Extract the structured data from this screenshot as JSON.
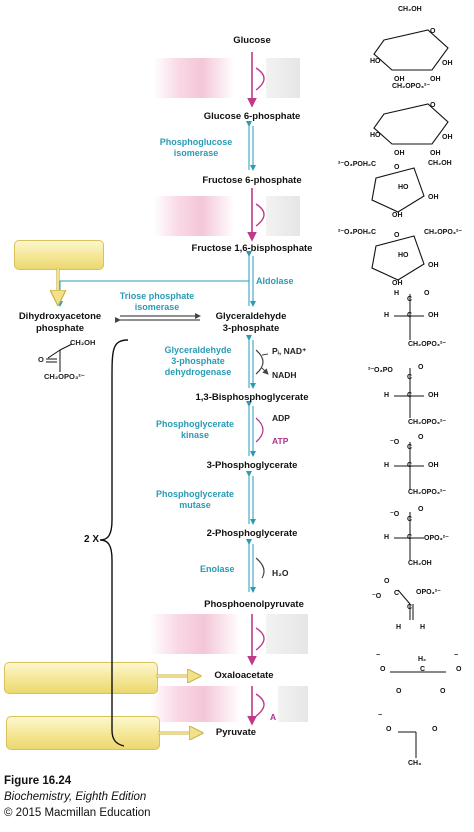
{
  "metabolites": {
    "glucose": "Glucose",
    "g6p": "Glucose 6-phosphate",
    "f6p": "Fructose 6-phosphate",
    "f16bp": "Fructose 1,6-bisphosphate",
    "dhap_line1": "Dihydroxyacetone",
    "dhap_line2": "phosphate",
    "gap_line1": "Glyceraldehyde",
    "gap_line2": "3-phosphate",
    "bpg13": "1,3-Bisphosphoglycerate",
    "pg3": "3-Phosphoglycerate",
    "pg2": "2-Phosphoglycerate",
    "pep": "Phosphoenolpyruvate",
    "oaa": "Oxaloacetate",
    "pyruvate": "Pyruvate"
  },
  "enzymes": {
    "phosphoglucose_isomerase": [
      "Phosphoglucose",
      "isomerase"
    ],
    "aldolase": "Aldolase",
    "triose_phosphate_isomerase": [
      "Triose phosphate",
      "isomerase"
    ],
    "gapdh": [
      "Glyceraldehyde",
      "3-phosphate",
      "dehydrogenase"
    ],
    "phosphoglycerate_kinase": [
      "Phosphoglycerate",
      "kinase"
    ],
    "phosphoglycerate_mutase": [
      "Phosphoglycerate",
      "mutase"
    ],
    "enolase": "Enolase"
  },
  "cofactors": {
    "pi_nad": "Pᵢ, NAD⁺",
    "nadh": "NADH",
    "adp": "ADP",
    "atp": "ATP",
    "h2o": "H₂O",
    "atp_partial": "A"
  },
  "dhap_structure": {
    "ch2oh": "CH₂OH",
    "o": "O",
    "ch2opo3": "CH₂OPO₃²⁻"
  },
  "multiplier": "2 X",
  "caption": {
    "figure": "Figure 16.24",
    "book": "Biochemistry, Eighth Edition",
    "copyright": "© 2015 Macmillan Education"
  },
  "structure_labels": {
    "glucose": [
      "CH₂OH",
      "O",
      "OH",
      "HO",
      "OH",
      "OH"
    ],
    "g6p": [
      "CH₂OPO₃²⁻",
      "O",
      "OH",
      "HO",
      "OH",
      "OH"
    ],
    "f6p": [
      "²⁻O₃POH₂C",
      "CH₂OH",
      "O",
      "HO",
      "OH",
      "OH"
    ],
    "f16bp": [
      "²⁻O₃POH₂C",
      "CH₂OPO₃²⁻",
      "O",
      "HO",
      "OH",
      "OH"
    ],
    "gap": [
      "H",
      "O",
      "C",
      "H",
      "C",
      "OH",
      "CH₂OPO₃²⁻"
    ],
    "bpg13": [
      "²⁻O₃PO",
      "O",
      "C",
      "H",
      "C",
      "OH",
      "CH₂OPO₃²⁻"
    ],
    "pg3": [
      "O",
      "⁻O",
      "C",
      "H",
      "C",
      "OH",
      "CH₂OPO₃²⁻"
    ],
    "pg2": [
      "O",
      "⁻O",
      "C",
      "H",
      "C",
      "OPO₃²⁻",
      "CH₂OH"
    ],
    "pep": [
      "O",
      "⁻O",
      "C",
      "OPO₃²⁻",
      "C",
      "H",
      "H"
    ],
    "oaa": [
      "−",
      "H₂",
      "−",
      "O",
      "C",
      "O",
      "O",
      "O"
    ],
    "pyr": [
      "−",
      "O",
      "O",
      "CH₃"
    ]
  },
  "colors": {
    "enzyme": "#2a9bb5",
    "atp": "#b0308f",
    "arrow_pink": "#c03a8a",
    "yellow_box": "#f4e694"
  }
}
